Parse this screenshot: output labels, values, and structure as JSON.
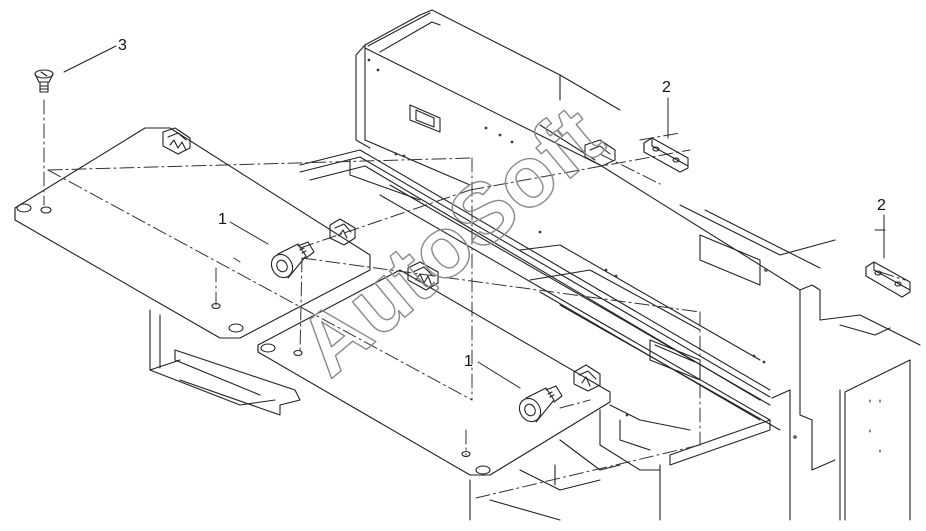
{
  "drawing": {
    "labels": {
      "screw_top_left": "3",
      "clip_upper": "2",
      "clip_right": "2",
      "bolt_upper": "1",
      "bolt_lower": "1"
    },
    "watermark": "AutoSoft"
  }
}
